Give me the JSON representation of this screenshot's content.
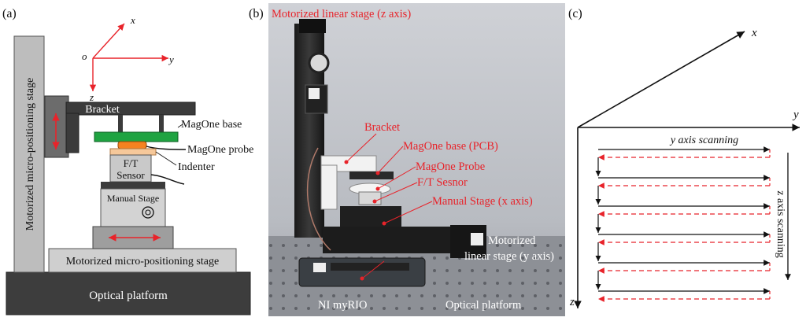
{
  "panel_a": {
    "tag": "(a)",
    "axes": {
      "origin": "o",
      "x": "x",
      "y": "y",
      "z": "z"
    },
    "labels": {
      "bracket": "Bracket",
      "magone_base": "MagOne base",
      "magone_probe": "MagOne probe",
      "indenter": "Indenter",
      "ft_sensor_line1": "F/T",
      "ft_sensor_line2": "Sensor",
      "manual_stage": "Manual Stage",
      "vertical_stage": "Motorized micro-positioning stage",
      "horizontal_stage": "Motorized micro-positioning stage",
      "optical_platform": "Optical platform"
    },
    "colors": {
      "arrow": "#e8232a",
      "base": "#1fa341",
      "probe": "#f58220",
      "indenter": "#f6c89a"
    }
  },
  "panel_b": {
    "tag": "(b)",
    "labels": {
      "z_stage": "Motorized linear stage (z axis)",
      "bracket": "Bracket",
      "magone_base": "MagOne base (PCB)",
      "magone_probe": "MagOne Probe",
      "ft_sensor": "F/T Sesnor",
      "manual_stage": "Manual Stage (x axis)",
      "y_stage_line1": "Motorized",
      "y_stage_line2": "linear stage (y axis)",
      "myrio": "NI myRIO",
      "optical_platform": "Optical platform"
    },
    "colors": {
      "label": "#e8232a"
    }
  },
  "panel_c": {
    "tag": "(c)",
    "axes": {
      "x": "x",
      "y": "y",
      "z": "z"
    },
    "labels": {
      "y_scan": "y axis scanning",
      "z_scan": "z axis scanning"
    },
    "colors": {
      "forward": "#111111",
      "return": "#e8232a"
    }
  }
}
